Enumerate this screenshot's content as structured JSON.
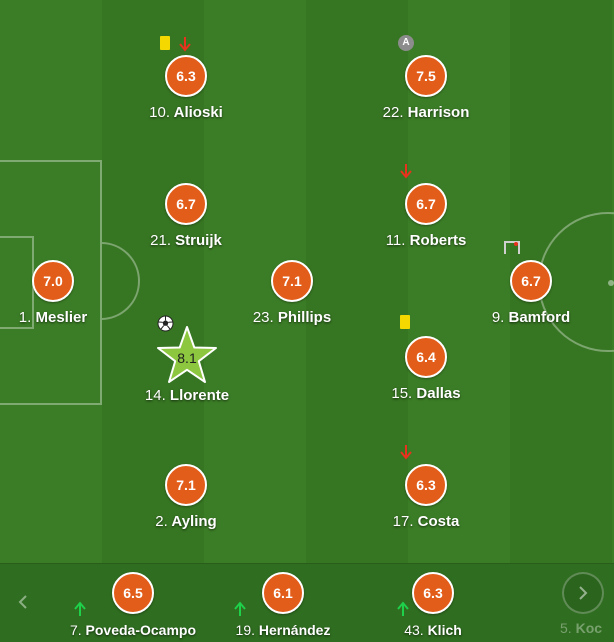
{
  "players": [
    {
      "num": "10.",
      "name": "Alioski",
      "rating": "6.3"
    },
    {
      "num": "22.",
      "name": "Harrison",
      "rating": "7.5"
    },
    {
      "num": "21.",
      "name": "Struijk",
      "rating": "6.7"
    },
    {
      "num": "11.",
      "name": "Roberts",
      "rating": "6.7"
    },
    {
      "num": "1.",
      "name": "Meslier",
      "rating": "7.0"
    },
    {
      "num": "23.",
      "name": "Phillips",
      "rating": "7.1"
    },
    {
      "num": "9.",
      "name": "Bamford",
      "rating": "6.7"
    },
    {
      "num": "14.",
      "name": "Llorente",
      "rating": "8.1"
    },
    {
      "num": "15.",
      "name": "Dallas",
      "rating": "6.4"
    },
    {
      "num": "2.",
      "name": "Ayling",
      "rating": "7.1"
    },
    {
      "num": "17.",
      "name": "Costa",
      "rating": "6.3"
    }
  ],
  "bench": [
    {
      "num": "7.",
      "name": "Poveda-Ocampo",
      "rating": "6.5"
    },
    {
      "num": "19.",
      "name": "Hernández",
      "rating": "6.1"
    },
    {
      "num": "43.",
      "name": "Klich",
      "rating": "6.3"
    },
    {
      "num": "5.",
      "name": "Koc"
    }
  ],
  "captain_mark": "A",
  "colors": {
    "badge": "#e35d1a",
    "motm_star": "#8dc63f",
    "yellow_card": "#f5d800",
    "sub_out": "#e8321e",
    "sub_in": "#1fd04a"
  },
  "icons": {
    "prev": "chevron-left-icon",
    "next": "chevron-right-icon"
  }
}
